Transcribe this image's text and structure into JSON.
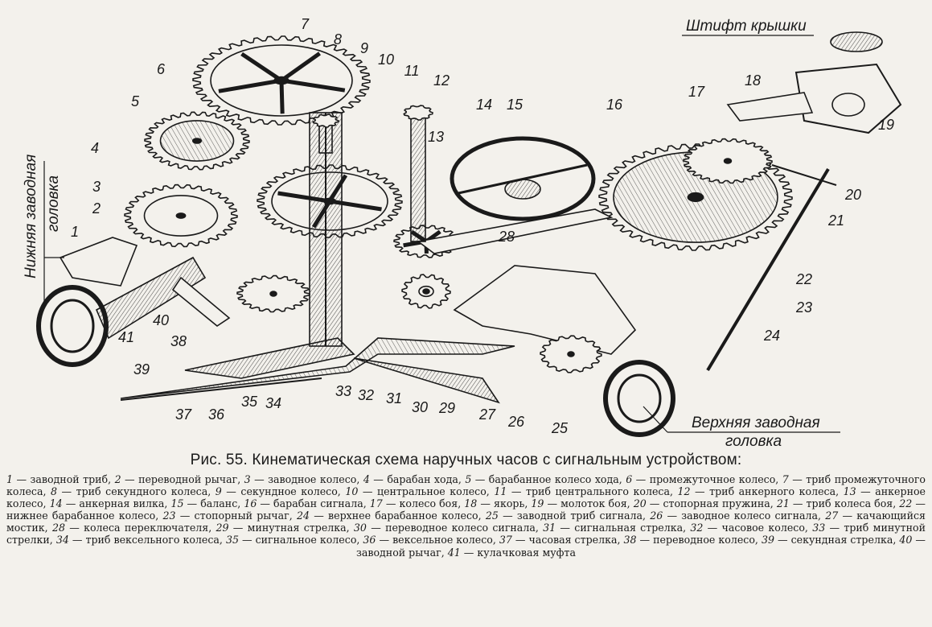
{
  "figure": {
    "labels": [
      "1",
      "2",
      "3",
      "4",
      "5",
      "6",
      "7",
      "8",
      "9",
      "10",
      "11",
      "12",
      "13",
      "14",
      "15",
      "16",
      "17",
      "18",
      "19",
      "20",
      "21",
      "22",
      "23",
      "24",
      "25",
      "26",
      "27",
      "28",
      "29",
      "30",
      "31",
      "32",
      "33",
      "34",
      "35",
      "36",
      "37",
      "38",
      "39",
      "40",
      "41"
    ],
    "lower_crown_label": [
      "Нижняя заводная",
      "головка"
    ],
    "upper_crown_label": [
      "Верхняя заводная",
      "головка"
    ],
    "cover_pin_label": "Штифт крышки"
  },
  "caption": "Рис. 55. Кинематическая схема наручных часов с сигнальным устройством:",
  "legend": [
    {
      "n": "1",
      "text": "заводной триб,"
    },
    {
      "n": "2",
      "text": "переводной рычаг,"
    },
    {
      "n": "3",
      "text": "заводное колесо,"
    },
    {
      "n": "4",
      "text": "барабан хода,"
    },
    {
      "n": "5",
      "text": "барабанное колесо хода,"
    },
    {
      "n": "6",
      "text": "промежуточное колесо,"
    },
    {
      "n": "7",
      "text": "триб промежуточного колеса,"
    },
    {
      "n": "8",
      "text": "триб секундного колеса,"
    },
    {
      "n": "9",
      "text": "секундное колесо,"
    },
    {
      "n": "10",
      "text": "центральное колесо,"
    },
    {
      "n": "11",
      "text": "триб центрального колеса,"
    },
    {
      "n": "12",
      "text": "триб анкерного колеса,"
    },
    {
      "n": "13",
      "text": "анкерное колесо,"
    },
    {
      "n": "14",
      "text": "анкерная вилка,"
    },
    {
      "n": "15",
      "text": "баланс,"
    },
    {
      "n": "16",
      "text": "барабан сигнала,"
    },
    {
      "n": "17",
      "text": "колесо боя,"
    },
    {
      "n": "18",
      "text": "якорь,"
    },
    {
      "n": "19",
      "text": "молоток боя,"
    },
    {
      "n": "20",
      "text": "стопорная пружина,"
    },
    {
      "n": "21",
      "text": "триб колеса боя,"
    },
    {
      "n": "22",
      "text": "нижнее барабанное колесо,"
    },
    {
      "n": "23",
      "text": "стопорный рычаг,"
    },
    {
      "n": "24",
      "text": "верхнее барабанное колесо,"
    },
    {
      "n": "25",
      "text": "заводной триб сигнала,"
    },
    {
      "n": "26",
      "text": "заводное колесо сигнала,"
    },
    {
      "n": "27",
      "text": "качающийся мостик,"
    },
    {
      "n": "28",
      "text": "колеса переключателя,"
    },
    {
      "n": "29",
      "text": "минутная стрелка,"
    },
    {
      "n": "30",
      "text": "переводное колесо сигнала,"
    },
    {
      "n": "31",
      "text": "сигнальная стрелка,"
    },
    {
      "n": "32",
      "text": "часовое колесо,"
    },
    {
      "n": "33",
      "text": "триб минутной стрелки,"
    },
    {
      "n": "34",
      "text": "триб вексельного колеса,"
    },
    {
      "n": "35",
      "text": "сигнальное колесо,"
    },
    {
      "n": "36",
      "text": "вексельное колесо,"
    },
    {
      "n": "37",
      "text": "часовая стрелка,"
    },
    {
      "n": "38",
      "text": "переводное колесо,"
    },
    {
      "n": "39",
      "text": "секундная стрелка,"
    },
    {
      "n": "40",
      "text": "заводной рычаг,"
    },
    {
      "n": "41",
      "text": "кулачковая муфта"
    }
  ]
}
